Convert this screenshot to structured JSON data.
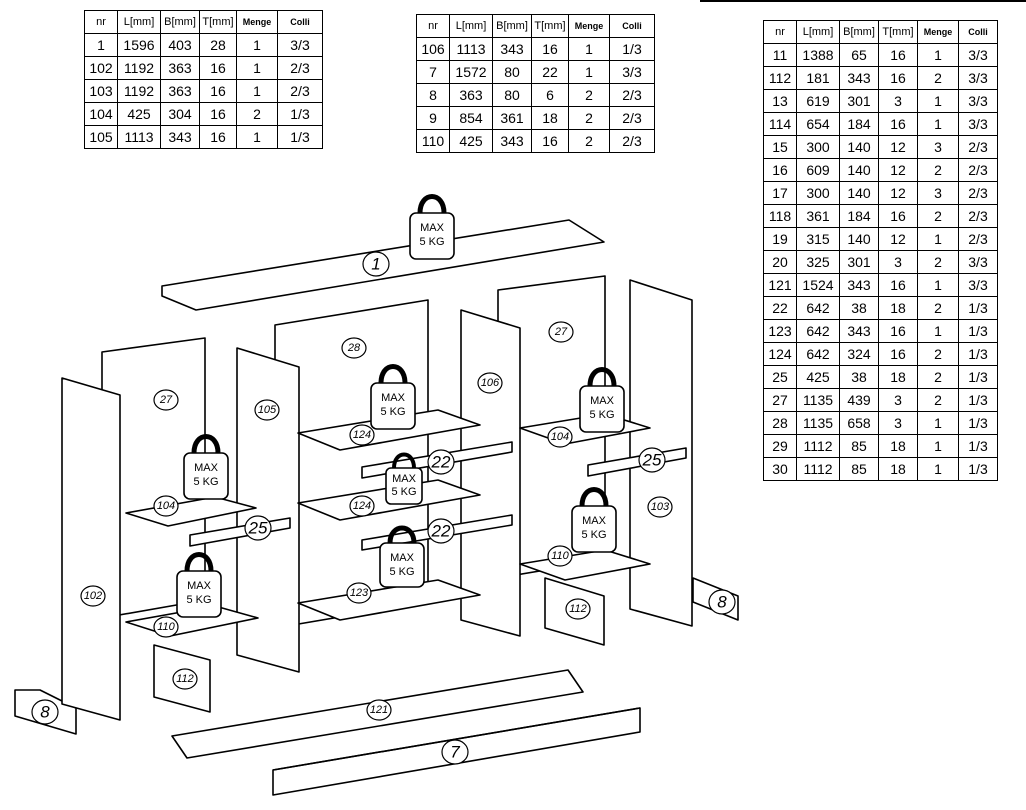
{
  "tables": [
    {
      "headers": [
        "nr",
        "L[mm]",
        "B[mm]",
        "T[mm]",
        "Menge",
        "Colli"
      ],
      "rows": [
        [
          "1",
          "1596",
          "403",
          "28",
          "1",
          "3/3"
        ],
        [
          "102",
          "1192",
          "363",
          "16",
          "1",
          "2/3"
        ],
        [
          "103",
          "1192",
          "363",
          "16",
          "1",
          "2/3"
        ],
        [
          "104",
          "425",
          "304",
          "16",
          "2",
          "1/3"
        ],
        [
          "105",
          "1113",
          "343",
          "16",
          "1",
          "1/3"
        ]
      ]
    },
    {
      "headers": [
        "nr",
        "L[mm]",
        "B[mm]",
        "T[mm]",
        "Menge",
        "Colli"
      ],
      "rows": [
        [
          "106",
          "1113",
          "343",
          "16",
          "1",
          "1/3"
        ],
        [
          "7",
          "1572",
          "80",
          "22",
          "1",
          "3/3"
        ],
        [
          "8",
          "363",
          "80",
          "6",
          "2",
          "2/3"
        ],
        [
          "9",
          "854",
          "361",
          "18",
          "2",
          "2/3"
        ],
        [
          "110",
          "425",
          "343",
          "16",
          "2",
          "2/3"
        ]
      ]
    },
    {
      "headers": [
        "nr",
        "L[mm]",
        "B[mm]",
        "T[mm]",
        "Menge",
        "Colli"
      ],
      "rows": [
        [
          "11",
          "1388",
          "65",
          "16",
          "1",
          "3/3"
        ],
        [
          "112",
          "181",
          "343",
          "16",
          "2",
          "3/3"
        ],
        [
          "13",
          "619",
          "301",
          "3",
          "1",
          "3/3"
        ],
        [
          "114",
          "654",
          "184",
          "16",
          "1",
          "3/3"
        ],
        [
          "15",
          "300",
          "140",
          "12",
          "3",
          "2/3"
        ],
        [
          "16",
          "609",
          "140",
          "12",
          "2",
          "2/3"
        ],
        [
          "17",
          "300",
          "140",
          "12",
          "3",
          "2/3"
        ],
        [
          "118",
          "361",
          "184",
          "16",
          "2",
          "2/3"
        ],
        [
          "19",
          "315",
          "140",
          "12",
          "1",
          "2/3"
        ],
        [
          "20",
          "325",
          "301",
          "3",
          "2",
          "3/3"
        ],
        [
          "121",
          "1524",
          "343",
          "16",
          "1",
          "3/3"
        ],
        [
          "22",
          "642",
          "38",
          "18",
          "2",
          "1/3"
        ],
        [
          "123",
          "642",
          "343",
          "16",
          "1",
          "1/3"
        ],
        [
          "124",
          "642",
          "324",
          "16",
          "2",
          "1/3"
        ],
        [
          "25",
          "425",
          "38",
          "18",
          "2",
          "1/3"
        ],
        [
          "27",
          "1135",
          "439",
          "3",
          "2",
          "1/3"
        ],
        [
          "28",
          "1135",
          "658",
          "3",
          "1",
          "1/3"
        ],
        [
          "29",
          "1112",
          "85",
          "18",
          "1",
          "1/3"
        ],
        [
          "30",
          "1112",
          "85",
          "18",
          "1",
          "1/3"
        ]
      ]
    }
  ],
  "weight_label": {
    "line1": "MAX",
    "line2": "5 KG"
  },
  "part_labels": {
    "top": "1",
    "back_left": "27",
    "back_right": "27",
    "back_center": "28",
    "side_outer_left": "102",
    "side_inner_left": "105",
    "side_inner_right": "106",
    "side_outer_right": "103",
    "shelf_left_top": "104",
    "shelf_right_top": "104",
    "shelf_left_low": "110",
    "shelf_right_low": "110",
    "shelf_center_top": "124",
    "shelf_center_mid": "124",
    "shelf_center_low": "123",
    "rail_center_top": "22",
    "rail_center_mid": "22",
    "rail_left": "25",
    "rail_right": "25",
    "front_left": "112",
    "front_right": "112",
    "plinth_left": "8",
    "plinth_right": "8",
    "bottom": "121",
    "base": "7"
  }
}
